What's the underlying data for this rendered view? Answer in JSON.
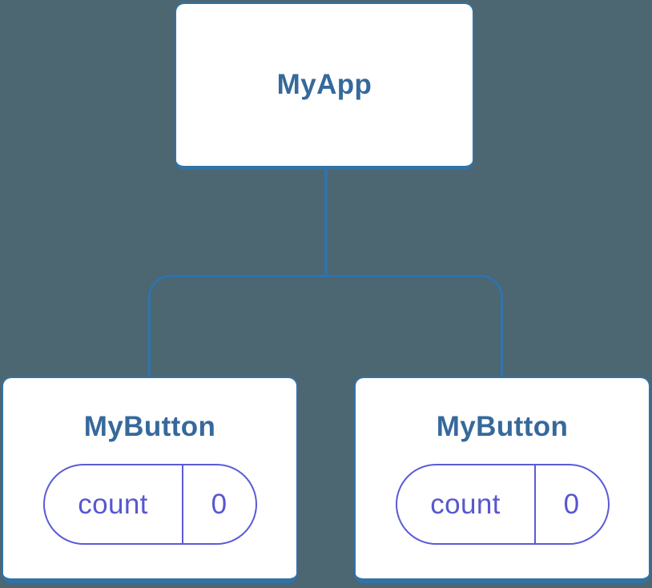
{
  "diagram": {
    "description": "React component tree diagram",
    "tree": {
      "root": {
        "label": "MyApp"
      },
      "children": [
        {
          "label": "MyButton",
          "state": {
            "key": "count",
            "value": "0"
          }
        },
        {
          "label": "MyButton",
          "state": {
            "key": "count",
            "value": "0"
          }
        }
      ]
    }
  },
  "colors": {
    "background": "#4C6672",
    "box_bg": "#ffffff",
    "box_border": "#3273A6",
    "connector": "#2E74AB",
    "title_text": "#36699B",
    "state_border": "#5B5BD6",
    "state_text": "#5757D1"
  }
}
